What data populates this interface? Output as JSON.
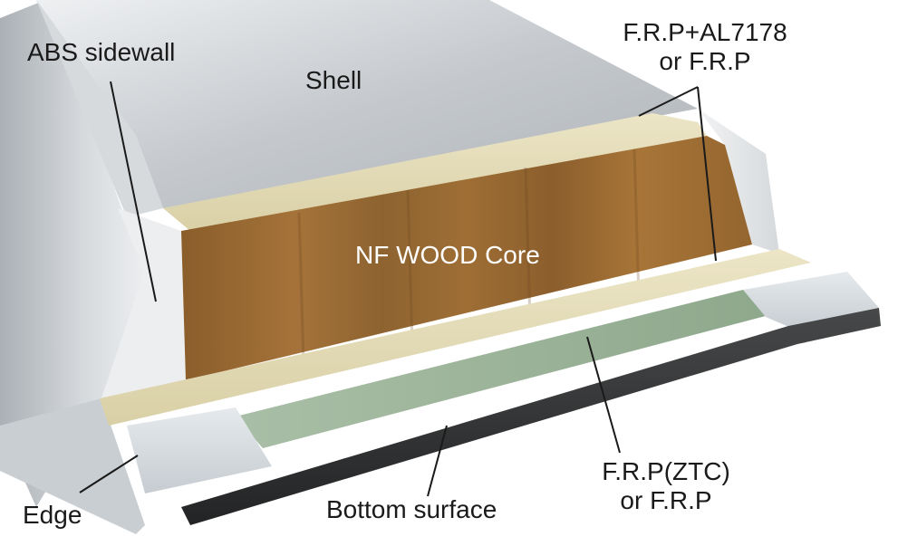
{
  "labels": {
    "abs_sidewall": "ABS sidewall",
    "shell": "Shell",
    "top_layer_line1": "F.R.P+AL7178",
    "top_layer_line2": "or F.R.P",
    "core": "NF WOOD Core",
    "edge": "Edge",
    "bottom_surface": "Bottom surface",
    "bottom_layer_line1": "F.R.P(ZTC)",
    "bottom_layer_line2": "or F.R.P"
  },
  "colors": {
    "shell": "#c9cdd1",
    "sidewall": "#e4e6e8",
    "top_frp": "#ddd6ae",
    "wood_core": "#9a6a32",
    "bottom_frp_ztc": "#9cb39a",
    "base_beige": "#e8e0bd",
    "edge": "#d9dee2",
    "bottom_surface": "#3a3b3c"
  }
}
